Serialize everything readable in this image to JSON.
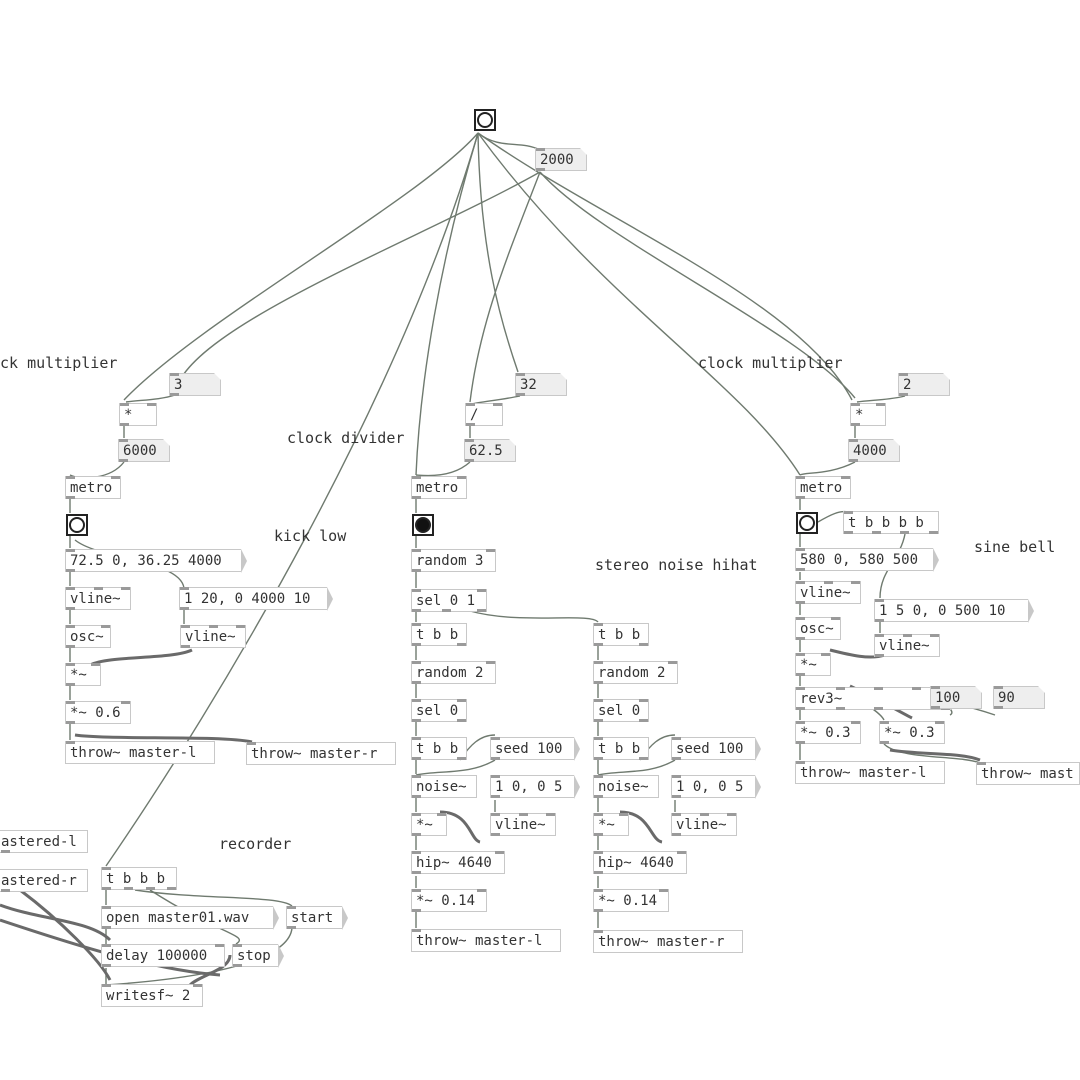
{
  "canvas": {
    "bang_main": {
      "state": "idle",
      "fill": "#ffffff"
    },
    "number_2000": "2000",
    "comments": {
      "clock_multiplier_left": "ck multiplier",
      "clock_divider": "clock divider",
      "kick_low": "kick low",
      "clock_multiplier_right": "clock multiplier",
      "stereo_noise_hihat": "stereo noise hihat",
      "sine_bell": "sine bell",
      "recorder": "recorder"
    },
    "kick": {
      "num3": "3",
      "mult": "*",
      "num6000": "6000",
      "metro": "metro",
      "msg_env": "72.5 0, 36.25 4000",
      "vline": "vline~",
      "msg_amp": "1 20, 0 4000 10",
      "osc": "osc~",
      "vline2": "vline~",
      "mul": "*~",
      "mul06": "*~ 0.6",
      "throw_l": "throw~ master-l",
      "throw_r": "throw~ master-r"
    },
    "divider": {
      "div": "/",
      "num32": "32",
      "num625": "62.5",
      "metro": "metro",
      "random3": "random 3",
      "sel01": "sel 0 1"
    },
    "hihat_l": {
      "tbb": "t b b",
      "random2": "random 2",
      "sel0": "sel 0",
      "tbb2": "t b b",
      "seed": "seed 100",
      "noise": "noise~",
      "msg": "1 0, 0 5",
      "mul": "*~",
      "vline": "vline~",
      "hip": "hip~ 4640",
      "mul014": "*~ 0.14",
      "throw": "throw~ master-l"
    },
    "hihat_r": {
      "tbb": "t b b",
      "random2": "random 2",
      "sel0": "sel 0",
      "tbb2": "t b b",
      "seed": "seed 100",
      "noise": "noise~",
      "msg": "1 0, 0 5",
      "mul": "*~",
      "vline": "vline~",
      "hip": "hip~ 4640",
      "mul014": "*~ 0.14",
      "throw": "throw~ master-r"
    },
    "bell": {
      "num2": "2",
      "mult": "*",
      "num4000": "4000",
      "metro": "metro",
      "tbbbb": "t b b b b",
      "msg_freq": "580 0, 580 500",
      "vline": "vline~",
      "msg_amp": "1 5 0, 0 500 10",
      "osc": "osc~",
      "vline2": "vline~",
      "mul": "*~",
      "rev3": "rev3~",
      "num100": "100",
      "num90": "90",
      "mul03a": "*~ 0.3",
      "mul03b": "*~ 0.3",
      "throw_l": "throw~ master-l",
      "throw_r": "throw~ mast"
    },
    "recorder": {
      "catch_l": "astered-l",
      "catch_r": "astered-r",
      "tbbb": "t b b b",
      "msg_open": "open master01.wav",
      "msg_start": "start",
      "delay": "delay 100000",
      "msg_stop": "stop",
      "writesf": "writesf~ 2"
    }
  }
}
